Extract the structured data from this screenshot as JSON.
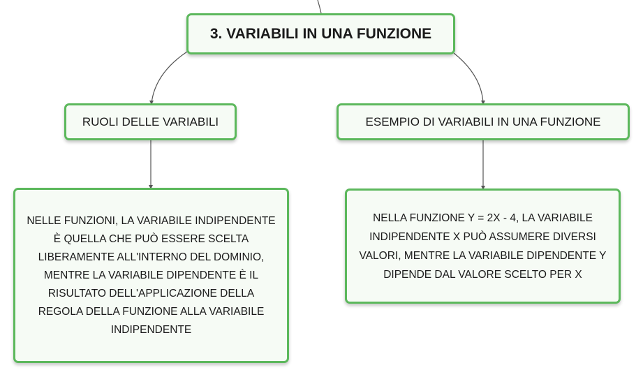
{
  "mindmap": {
    "root": {
      "label": "3. VARIABILI IN UNA FUNZIONE"
    },
    "branches": [
      {
        "label": "RUOLI DELLE VARIABILI",
        "child": "NELLE FUNZIONI, LA VARIABILE INDIPENDENTE È QUELLA CHE PUÒ ESSERE SCELTA LIBERAMENTE ALL'INTERNO DEL DOMINIO, MENTRE LA VARIABILE DIPENDENTE È IL RISULTATO DELL'APPLICAZIONE DELLA REGOLA DELLA FUNZIONE ALLA VARIABILE INDIPENDENTE"
      },
      {
        "label": "ESEMPIO DI VARIABILI IN UNA FUNZIONE",
        "child": "NELLA FUNZIONE Y = 2X - 4, LA VARIABILE INDIPENDENTE X PUÒ ASSUMERE DIVERSI VALORI, MENTRE LA VARIABILE DIPENDENTE Y DIPENDE DAL VALORE SCELTO PER X"
      }
    ],
    "colors": {
      "node_border": "#5cb85c",
      "node_fill": "#f6fbf5",
      "connector": "#555555"
    }
  }
}
